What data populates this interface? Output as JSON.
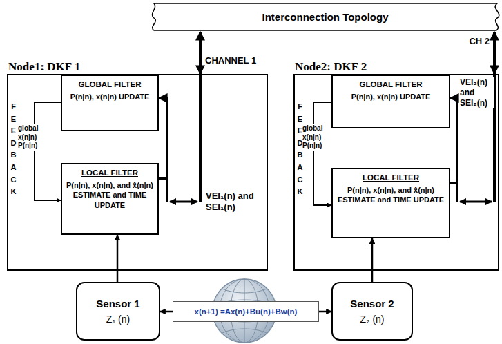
{
  "diagram": {
    "nodes": [
      {
        "text": [
          "Interconnection Topology"
        ]
      },
      {
        "text": [
          "Node1: DKF 1"
        ]
      },
      {
        "text": [
          "GLOBAL FILTER",
          "P(n|n), x(n|n) UPDATE"
        ],
        "in": 1
      },
      {
        "text": [
          "LOCAL FILTER",
          "P(n|n), x(n|n), and x̂(n|n) ESTIMATE and TIME UPDATE"
        ],
        "in": 1
      },
      {
        "text": [
          "Node2: DKF 2"
        ]
      },
      {
        "text": [
          "GLOBAL FILTER",
          "P(n|n), x(n|n) UPDATE"
        ],
        "in": 4
      },
      {
        "text": [
          "LOCAL FILTER",
          "P(n|n), x(n|n), and x̂(n|n) ESTIMATE and TIME UPDATE"
        ],
        "in": 4
      },
      {
        "text": [
          "Sensor 1",
          "Z₁ (n)"
        ]
      },
      {
        "text": [
          "x(n+1) =Ax(n)+Bu(n)+Bw(n)"
        ]
      },
      {
        "text": [
          "Sensor 2",
          "Z₂ (n)"
        ]
      }
    ],
    "edges": [
      {
        "from": 1,
        "to": 0,
        "label": "CHANNEL 1",
        "arrow": "both"
      },
      {
        "from": 4,
        "to": 0,
        "label": "CH 2",
        "arrow": "both"
      },
      {
        "from": 3,
        "to": 2,
        "arrow": "to"
      },
      {
        "from": 2,
        "to": 3,
        "arrow": "to"
      },
      {
        "from": 6,
        "to": 5,
        "arrow": "to"
      },
      {
        "from": 5,
        "to": 6,
        "arrow": "to"
      },
      {
        "from": 7,
        "to": 3,
        "arrow": "to"
      },
      {
        "from": 9,
        "to": 6,
        "arrow": "to"
      },
      {
        "from": 8,
        "to": 7,
        "arrow": "to"
      },
      {
        "from": 8,
        "to": 9,
        "arrow": "to"
      }
    ],
    "labels": [
      "FEEDBACK",
      "global x(n|n) P(n|n)",
      "VEI₁(n) and SEI₁(n)",
      "FEEDBACK",
      "global x(n|n) P(n|n)",
      "VEI₂(n) and SEI₂(n)"
    ]
  }
}
